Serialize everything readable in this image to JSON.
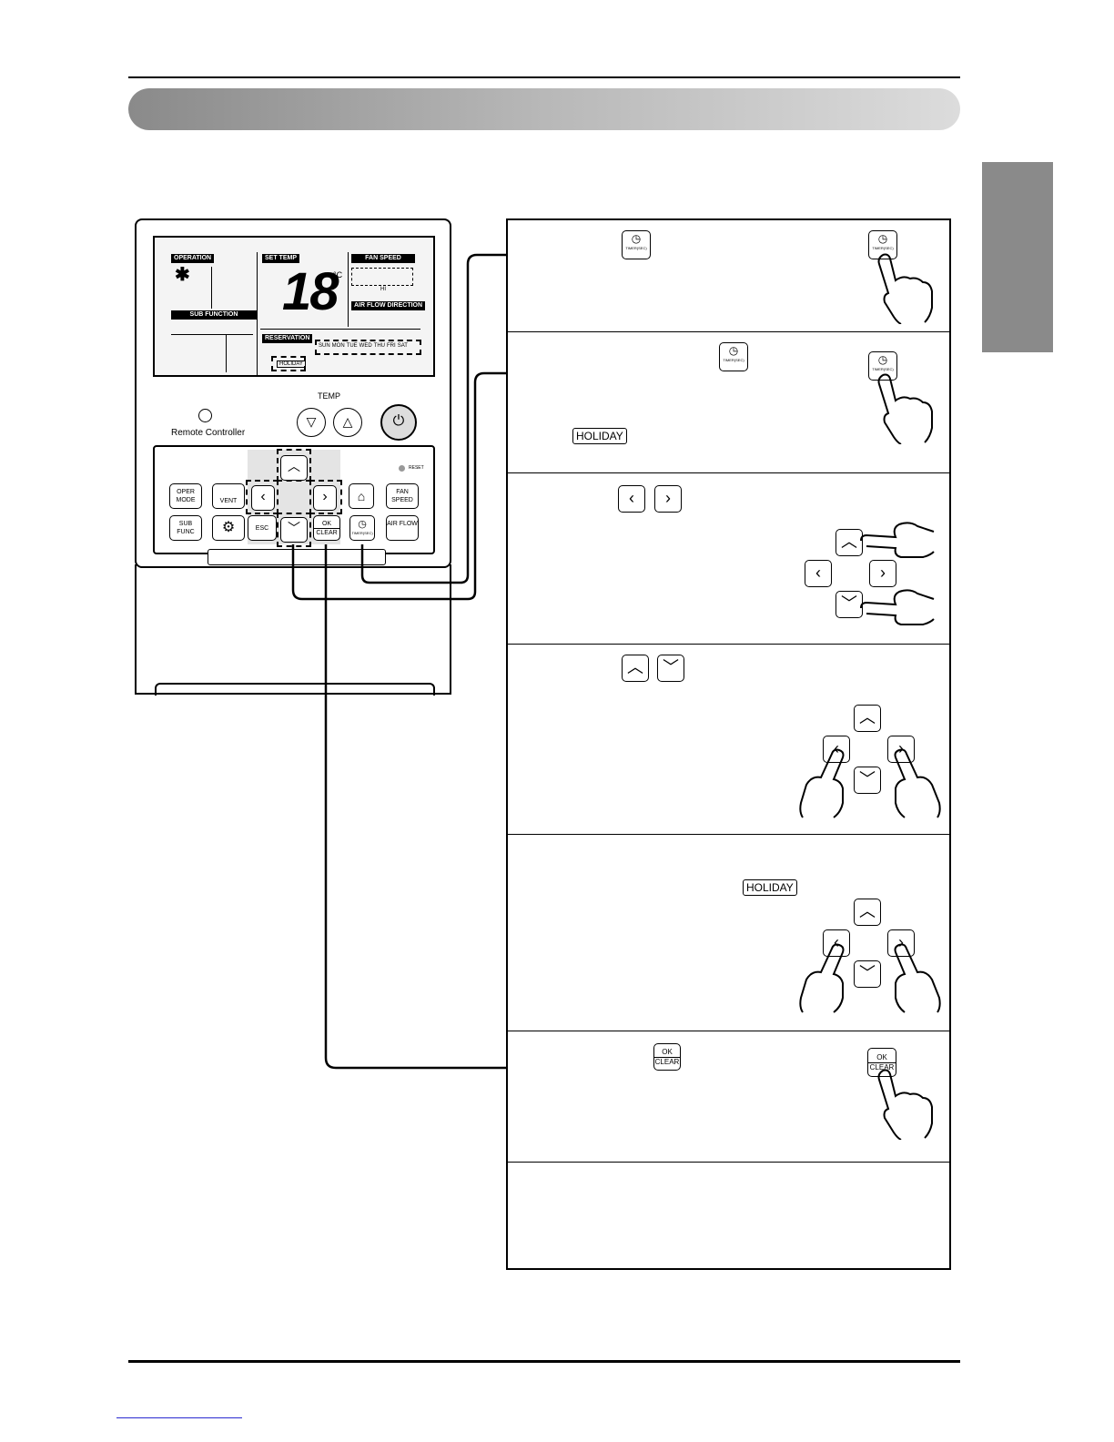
{
  "page": {
    "side_tab": ""
  },
  "remote": {
    "lcd": {
      "operation": "OPERATION",
      "set_temp": "SET TEMP",
      "fan_speed": "FAN SPEED",
      "temp_value": "18",
      "temp_unit": "°C",
      "fan_level": "HI",
      "airflow": "AIR FLOW DIRECTION",
      "sub_function": "SUB FUNCTION",
      "reservation": "RESERVATION",
      "holiday": "HOLIDAY",
      "days": [
        "SUN",
        "MON",
        "TUE",
        "WED",
        "THU",
        "FRI",
        "SAT"
      ]
    },
    "remote_label": "Remote Controller",
    "temp_label": "TEMP",
    "reset_label": "RESET",
    "buttons": {
      "oper_mode": "OPER MODE",
      "vent": "VENT",
      "fan_speed": "FAN SPEED",
      "sub_func": "SUB FUNC",
      "esc": "ESC",
      "ok_clear_top": "OK",
      "ok_clear_bottom": "CLEAR",
      "air_flow": "AIR FLOW",
      "timer": "TIMER(SEC)"
    }
  },
  "steps": {
    "timer_key": "TIMER(SEC)",
    "holiday_tag": "HOLIDAY",
    "ok_top": "OK",
    "ok_bottom": "CLEAR"
  },
  "icons": [
    "clock-icon",
    "left-arrow-icon",
    "right-arrow-icon",
    "up-arrow-icon",
    "down-arrow-icon",
    "hand-pointer-icon",
    "snowflake-icon",
    "gear-icon",
    "power-icon",
    "home-temp-icon"
  ]
}
